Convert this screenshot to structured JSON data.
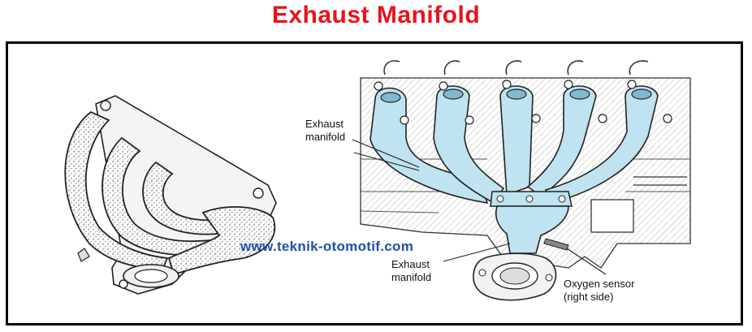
{
  "title": "Exhaust Manifold",
  "watermark": "www.teknik-otomotif.com",
  "labels": {
    "exhaust_manifold_top_line1": "Exhaust",
    "exhaust_manifold_top_line2": "manifold",
    "exhaust_manifold_bottom_line1": "Exhaust",
    "exhaust_manifold_bottom_line2": "manifold",
    "oxygen_sensor_line1": "Oxygen sensor",
    "oxygen_sensor_line2": "(right side)"
  },
  "colors": {
    "title": "#e8131b",
    "watermark": "#1f4fa8",
    "manifold_fill": "#bfe3f0",
    "line": "#222222"
  }
}
